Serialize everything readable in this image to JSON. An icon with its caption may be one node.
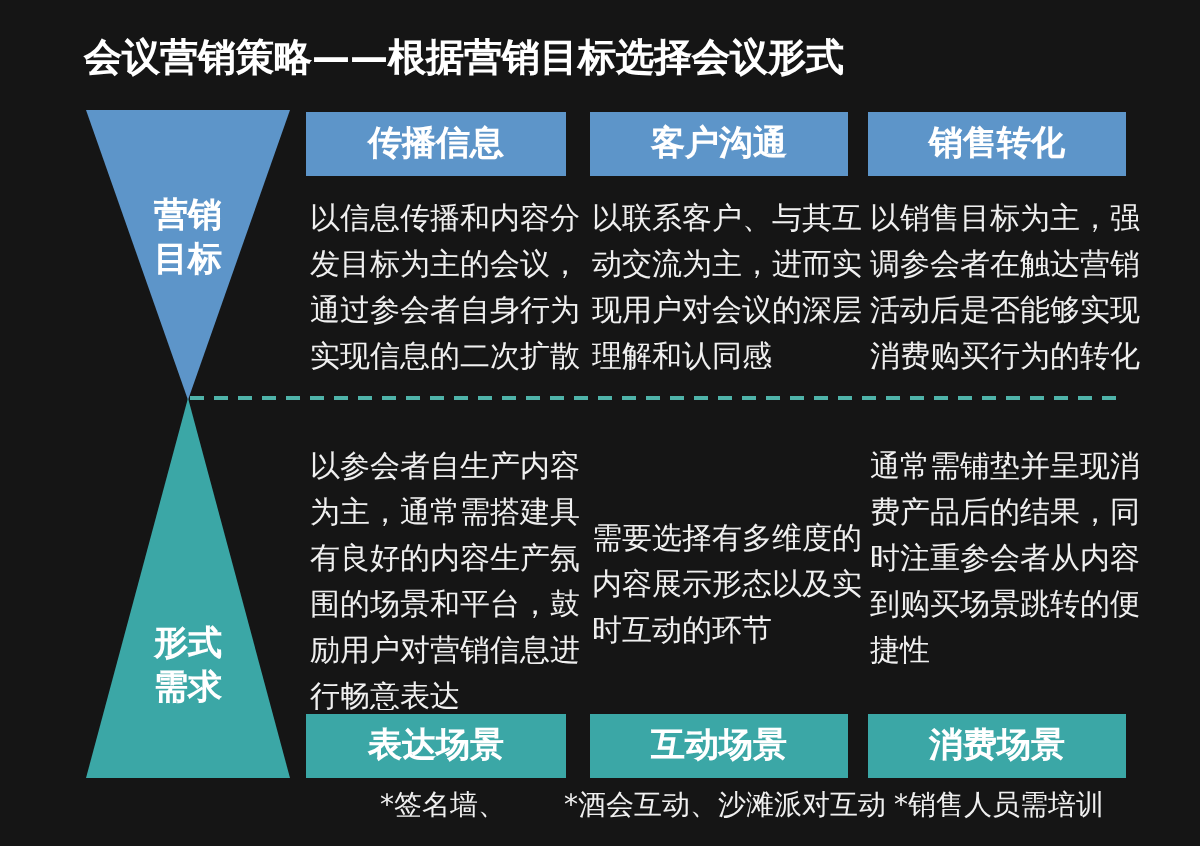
{
  "diagram": {
    "title": "会议营销策略——根据营销目标选择会议形式",
    "nodes": [
      {
        "text": [
          "营销目标"
        ]
      },
      {
        "text": [
          "形式需求"
        ]
      },
      {
        "text": [
          "传播信息"
        ]
      },
      {
        "text": [
          "客户沟通"
        ]
      },
      {
        "text": [
          "销售转化"
        ]
      },
      {
        "text": [
          "表达场景"
        ]
      },
      {
        "text": [
          "互动场景"
        ]
      },
      {
        "text": [
          "消费场景"
        ]
      }
    ],
    "labels": [
      "以信息传播和内容分发目标为主的会议，通过参会者自身行为实现信息的二次扩散",
      "以联系客户、与其互动交流为主，进而实现用户对会议的深层理解和认同感",
      "以销售目标为主，强调参会者在触达营销活动后是否能够实现消费购买行为的转化",
      "以参会者自生产内容为主，通常需搭建具有良好的内容生产氛围的场景和平台，鼓励用户对营销信息进行畅意表达",
      "需要选择有多维度的内容展示形态以及实时互动的环节",
      "通常需铺垫并呈现消费产品后的结果，同时注重参会者从内容到购买场景跳转的便捷性",
      "*签名墙、",
      "*酒会互动、沙滩派对互动",
      "*销售人员需培训"
    ]
  }
}
